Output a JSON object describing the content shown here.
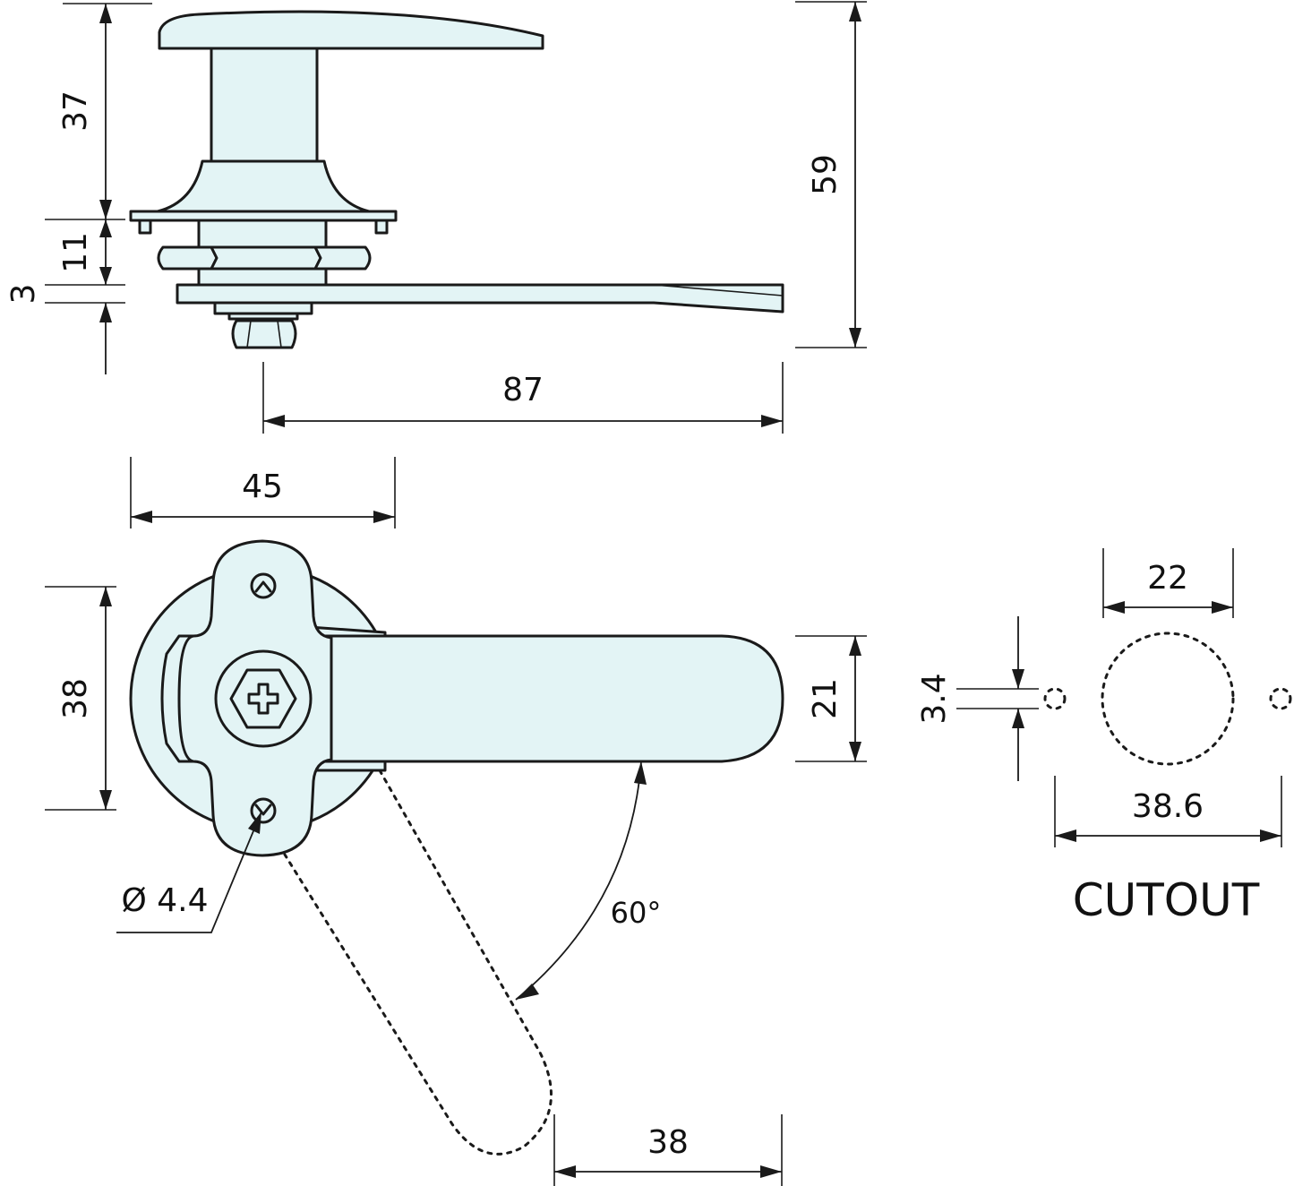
{
  "colors": {
    "part_fill": "#e3f4f5",
    "line": "#1a1a1a",
    "background": "#ffffff"
  },
  "dimensions": {
    "handle_height": "37",
    "overall_height": "59",
    "body_thickness": "11",
    "cam_thickness": "3",
    "cam_length": "87",
    "body_width": "45",
    "body_height": "38",
    "handle_width": "21",
    "hole_diameter": "Ø 4.4",
    "rotation_angle": "60°",
    "swing_offset": "38",
    "cutout_diameter": "22",
    "cutout_pin_hole": "3.4",
    "cutout_width": "38.6"
  },
  "cutout_title": "CUTOUT"
}
